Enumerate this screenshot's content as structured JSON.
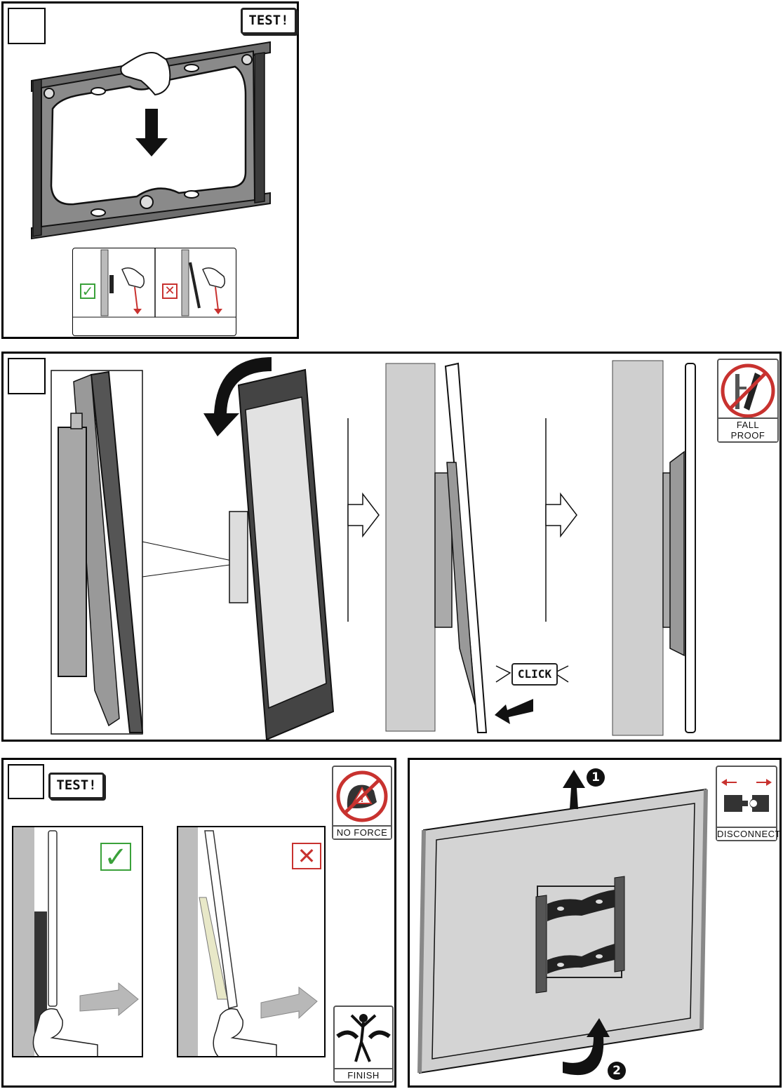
{
  "panel1": {
    "test_label": "TEST!"
  },
  "panel2": {
    "click_label": "CLICK",
    "fall_proof_line1": "FALL",
    "fall_proof_line2": "PROOF"
  },
  "panel3": {
    "test_label": "TEST!",
    "no_force_label": "NO FORCE",
    "finish_label": "FINISH"
  },
  "panel4": {
    "disconnect_label": "DISCONNECT",
    "step_one": "1",
    "step_two": "2"
  },
  "colors": {
    "check_green": "#3aa13a",
    "cross_red": "#c8322f",
    "panel_gray": "#d4d4d4",
    "wall_gray": "#cfcfcf"
  }
}
